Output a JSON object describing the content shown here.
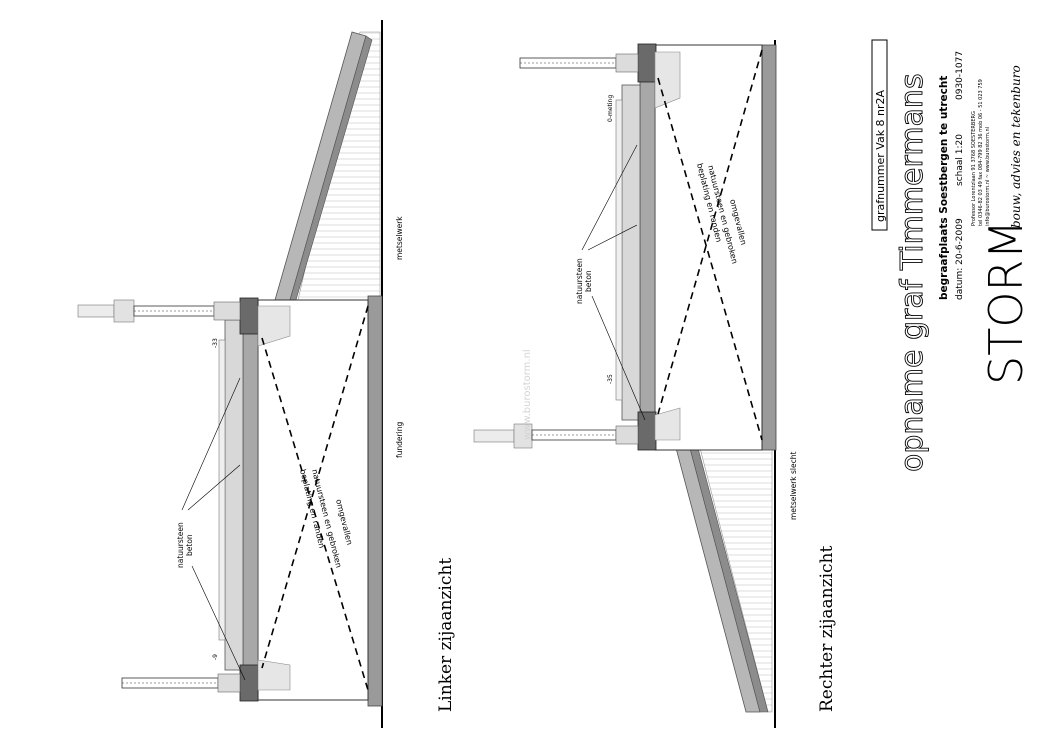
{
  "title_block": {
    "grave_number": "grafnummer Vak 8 nr2A",
    "title": "opname graf Timmermans",
    "location": "begraafplaats Soestbergen te utrecht",
    "date_label": "datum: 20-6-2009",
    "scale_label": "schaal 1:20",
    "drawing_number": "0930-1077",
    "address_line1": "Professor Lorentzlaan 91 3768 SOESTERBERG",
    "address_line2": "tel 0346-82 03 49   fax 084-799 82 36   mob 06 - 51 023 759",
    "address_line3": "info@burostorm.nl  ~  www.burostorm.nl",
    "logo": "STORM",
    "tagline": "bouw, advies en tekenburo"
  },
  "views": {
    "left": {
      "caption": "Linker zijaanzicht",
      "label_stone": "natuursteen",
      "label_concrete": "beton",
      "label_foundation": "fundering",
      "label_masonry": "metselwerk",
      "dim_right": "-33",
      "dim_left": "-9",
      "note_line1": "beplating en randen",
      "note_line2": "natuursteen en gebroken",
      "note_line3": "omgevallen"
    },
    "right": {
      "caption": "Rechter zijaanzicht",
      "label_stone": "natuursteen",
      "label_concrete": "beton",
      "label_masonry_bad": "metselwerk slecht",
      "label_zero": "0-meting",
      "dim_left": "-35",
      "note_line1": "beplating en randen",
      "note_line2": "natuursteen en gebroken",
      "note_line3": "omgevallen"
    }
  },
  "watermark": "www.burostorm.nl"
}
